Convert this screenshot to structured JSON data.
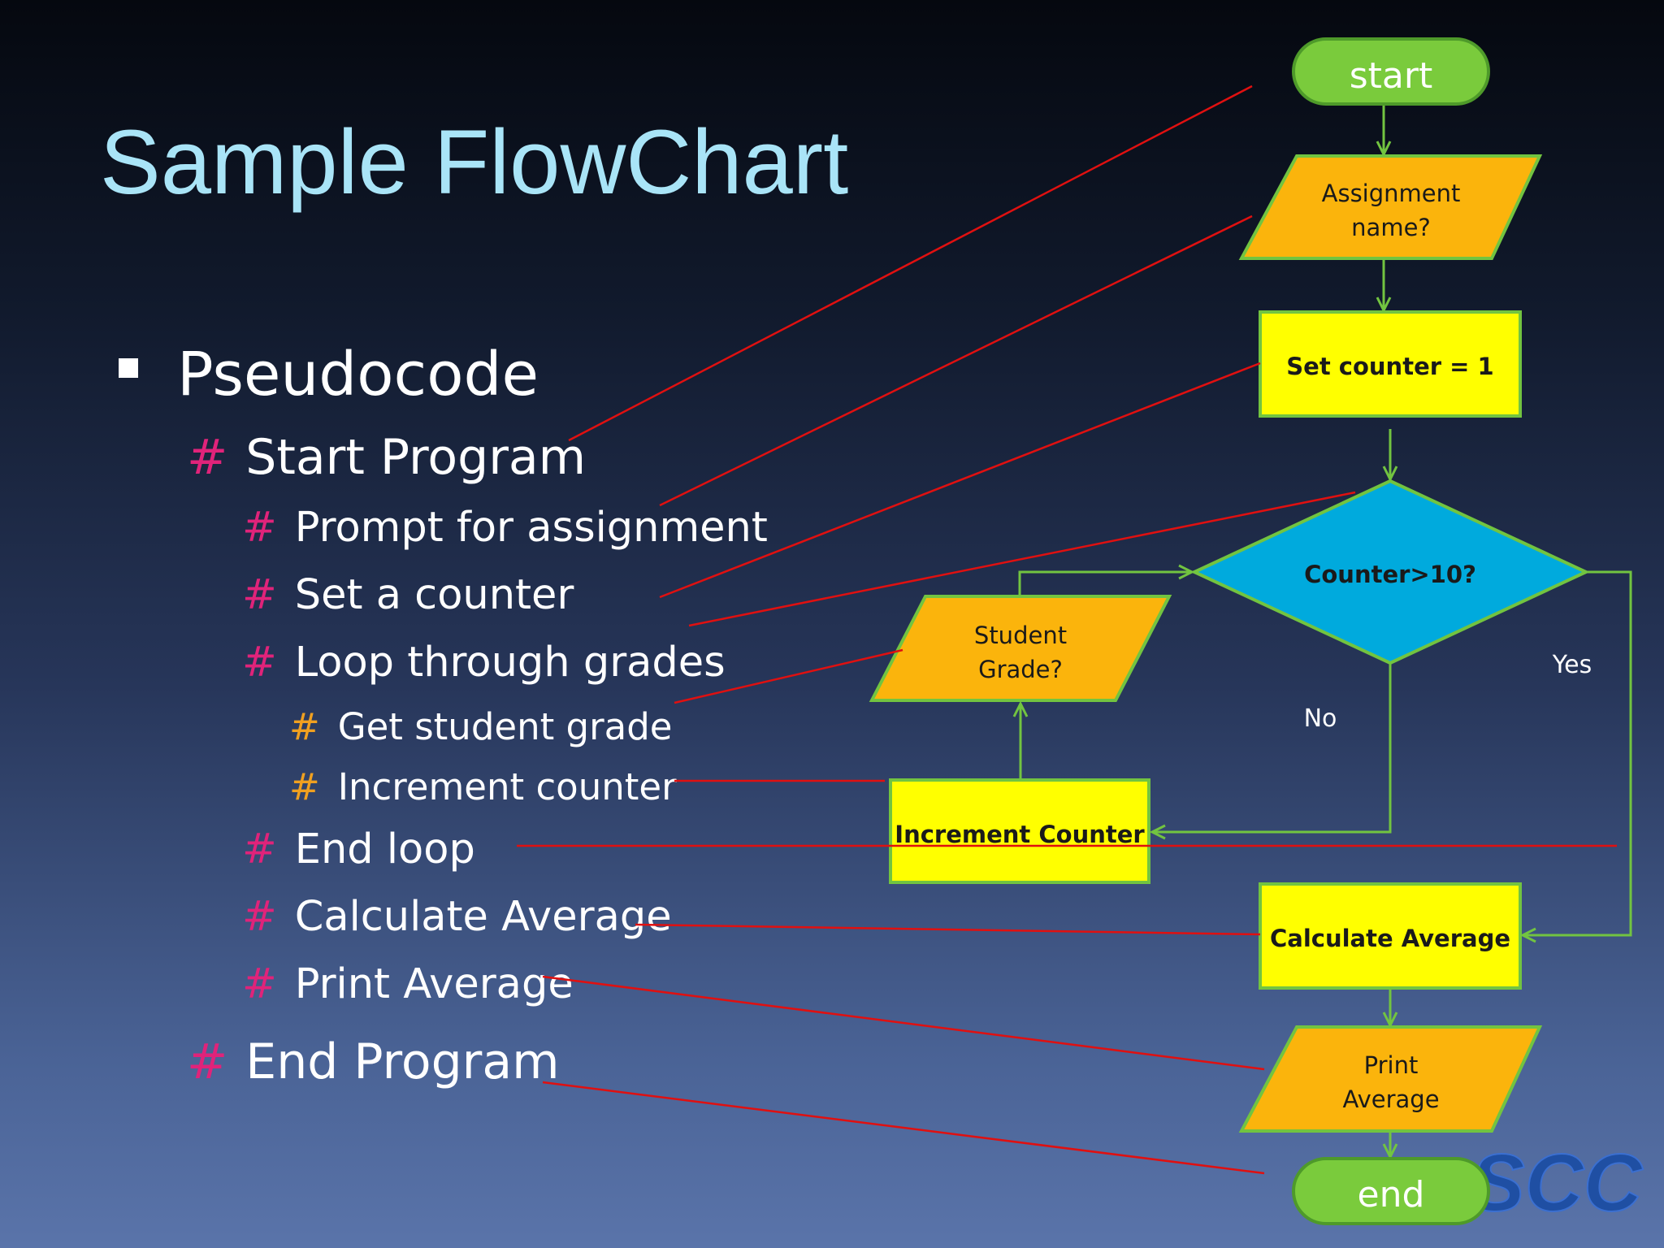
{
  "slide": {
    "title": "Sample FlowChart"
  },
  "pseudocode": {
    "heading": "Pseudocode",
    "items": [
      {
        "hash": "#",
        "text": "Start Program"
      },
      {
        "hash": "#",
        "text": "Prompt for assignment"
      },
      {
        "hash": "#",
        "text": "Set a counter"
      },
      {
        "hash": "#",
        "text": "Loop through grades"
      },
      {
        "hash": "#",
        "text": "Get student grade"
      },
      {
        "hash": "#",
        "text": "Increment counter"
      },
      {
        "hash": "#",
        "text": "End loop"
      },
      {
        "hash": "#",
        "text": "Calculate Average"
      },
      {
        "hash": "#",
        "text": "Print Average"
      },
      {
        "hash": "#",
        "text": "End Program"
      }
    ]
  },
  "flowchart": {
    "start": "start",
    "assignment_line1": "Assignment",
    "assignment_line2": "name?",
    "set_counter": "Set counter = 1",
    "decision": "Counter>10?",
    "student_line1": "Student",
    "student_line2": "Grade?",
    "increment": "Increment Counter",
    "calculate": "Calculate Average",
    "print_line1": "Print",
    "print_line2": "Average",
    "end": "end",
    "label_yes": "Yes",
    "label_no": "No"
  },
  "logo": {
    "text": "SCC"
  },
  "colors": {
    "title": "#a9e4f7",
    "terminal": "#7acb3c",
    "io": "#fbb40c",
    "process": "#ffff00",
    "decision": "#00aadd",
    "connector": "#e01010",
    "flow_arrow": "#72c440",
    "hash_pink": "#e0237a",
    "hash_orange": "#f0a020"
  }
}
